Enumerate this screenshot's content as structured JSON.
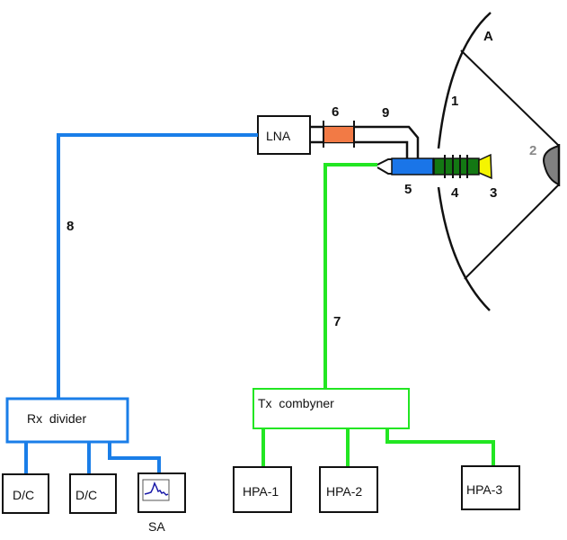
{
  "colors": {
    "rx_line": "#1a7ee8",
    "tx_line": "#22e622",
    "outline": "#111111",
    "filter_orange": "#f27a45",
    "coupler_blue": "#1a75e8",
    "polarizer_green": "#137813",
    "horn_yellow": "#f5f500",
    "subreflector_grey": "#808080",
    "label_grey": "#888888",
    "sa_trace": "#1a1aa8"
  },
  "labels": {
    "antenna": "A",
    "main_reflector": "1",
    "subreflector": "2",
    "feed_horn": "3",
    "polarizer": "4",
    "ortho_coupler": "5",
    "tx_reject_filter": "6",
    "tx_line": "7",
    "rx_line": "8",
    "waveguide": "9"
  },
  "blocks": {
    "lna": "LNA",
    "rx_divider": "Rx  divider",
    "dc1": "D/C",
    "dc2": "D/C",
    "sa": "SA",
    "tx_combiner": "Tx  combyner",
    "hpa1": "HPA-1",
    "hpa2": "HPA-2",
    "hpa3": "HPA-3"
  }
}
